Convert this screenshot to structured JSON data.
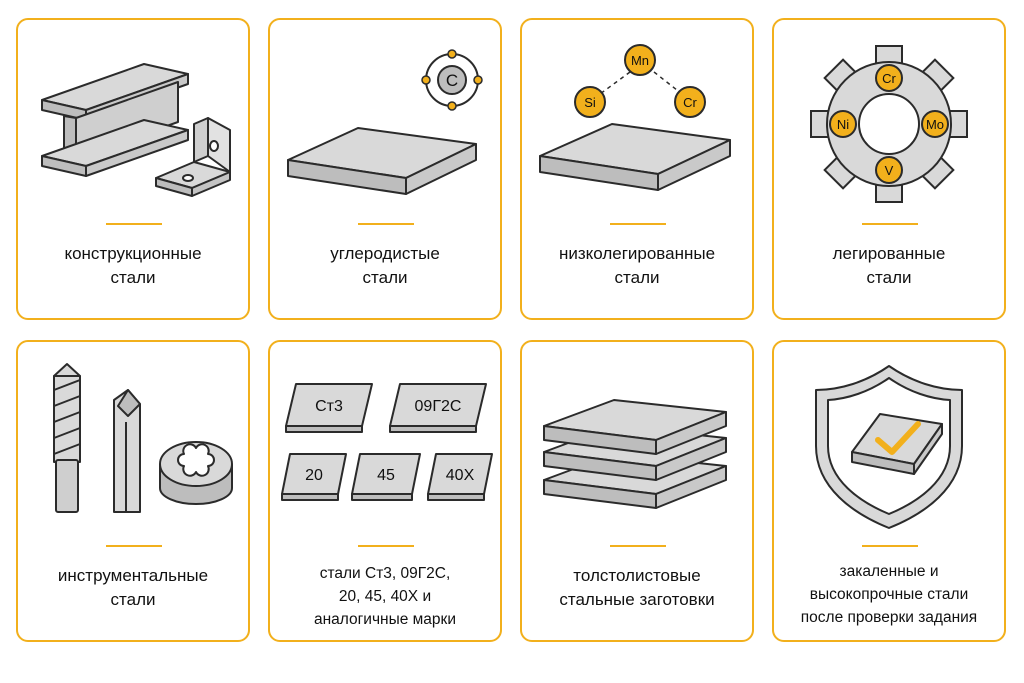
{
  "colors": {
    "accent": "#f2b01c",
    "metal": "#d9d9d9",
    "outline": "#2b2b2b",
    "text": "#111111"
  },
  "cards": [
    {
      "icon": "steel-beam-icon",
      "lines": [
        "конструкционные",
        "стали"
      ]
    },
    {
      "icon": "carbon-atom-plate-icon",
      "atom_symbol": "C",
      "lines": [
        "углеродистые",
        "стали"
      ]
    },
    {
      "icon": "alloying-elements-plate-icon",
      "elements": [
        "Mn",
        "Si",
        "Cr"
      ],
      "lines": [
        "низколегированные",
        "стали"
      ]
    },
    {
      "icon": "alloy-gear-icon",
      "elements": [
        "Cr",
        "Ni",
        "Mo",
        "V"
      ],
      "lines": [
        "легированные",
        "стали"
      ]
    },
    {
      "icon": "tool-steel-icon",
      "lines": [
        "инструментальные",
        "стали"
      ]
    },
    {
      "icon": "steel-grades-tiles-icon",
      "grades": [
        "Ст3",
        "09Г2С",
        "20",
        "45",
        "40Х"
      ],
      "lines": [
        "стали Ст3, 09Г2С,",
        "20, 45, 40Х и",
        "аналогичные марки"
      ]
    },
    {
      "icon": "stacked-plates-icon",
      "lines": [
        "толстолистовые",
        "стальные заготовки"
      ]
    },
    {
      "icon": "hardened-shield-check-icon",
      "lines": [
        "закаленные и",
        "высокопрочные стали",
        "после проверки задания"
      ]
    }
  ]
}
